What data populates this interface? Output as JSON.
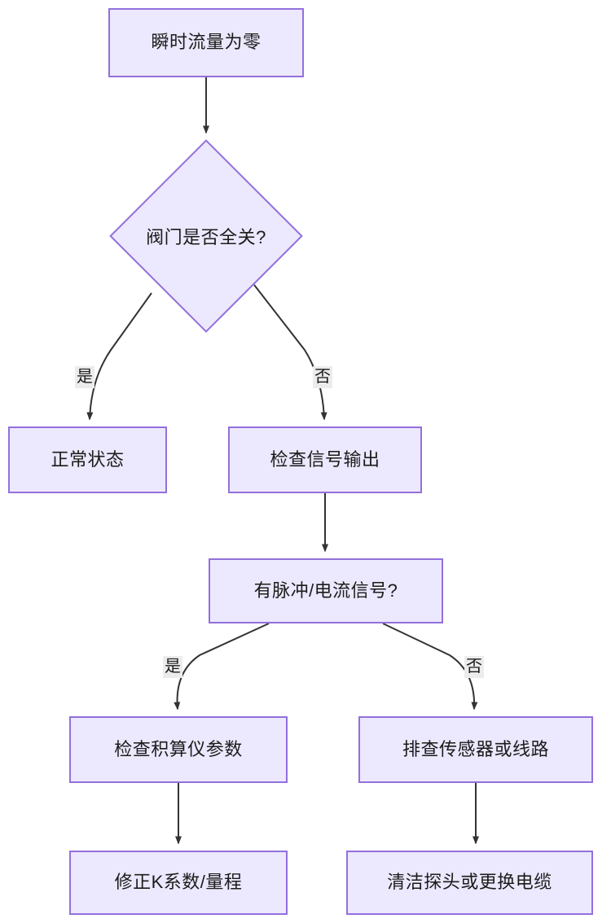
{
  "diagram": {
    "type": "flowchart",
    "direction": "top-down",
    "title": "",
    "theme": {
      "node_fill": "#ece8fd",
      "node_border": "#9370db",
      "edge_color": "#333333",
      "edge_label_background": "#ececec",
      "text_color": "#1b1b1b",
      "page_background": "#ffffff"
    },
    "nodes": [
      {
        "id": "start",
        "label": "瞬时流量为零",
        "shape": "rectangle"
      },
      {
        "id": "dec1",
        "label": "阀门是否全关?",
        "shape": "diamond"
      },
      {
        "id": "normal",
        "label": "正常状态",
        "shape": "rectangle"
      },
      {
        "id": "check",
        "label": "检查信号输出",
        "shape": "rectangle"
      },
      {
        "id": "dec2",
        "label": "有脉冲/电流信号?",
        "shape": "rectangle"
      },
      {
        "id": "params",
        "label": "检查积算仪参数",
        "shape": "rectangle"
      },
      {
        "id": "sensor",
        "label": "排查传感器或线路",
        "shape": "rectangle"
      },
      {
        "id": "kfactor",
        "label": "修正K系数/量程",
        "shape": "rectangle"
      },
      {
        "id": "clean",
        "label": "清洁探头或更换电缆",
        "shape": "rectangle"
      }
    ],
    "edges": [
      {
        "from": "start",
        "to": "dec1",
        "label": ""
      },
      {
        "from": "dec1",
        "to": "normal",
        "label": "是"
      },
      {
        "from": "dec1",
        "to": "check",
        "label": "否"
      },
      {
        "from": "check",
        "to": "dec2",
        "label": ""
      },
      {
        "from": "dec2",
        "to": "params",
        "label": "是"
      },
      {
        "from": "dec2",
        "to": "sensor",
        "label": "否"
      },
      {
        "from": "params",
        "to": "kfactor",
        "label": ""
      },
      {
        "from": "sensor",
        "to": "clean",
        "label": ""
      }
    ]
  }
}
